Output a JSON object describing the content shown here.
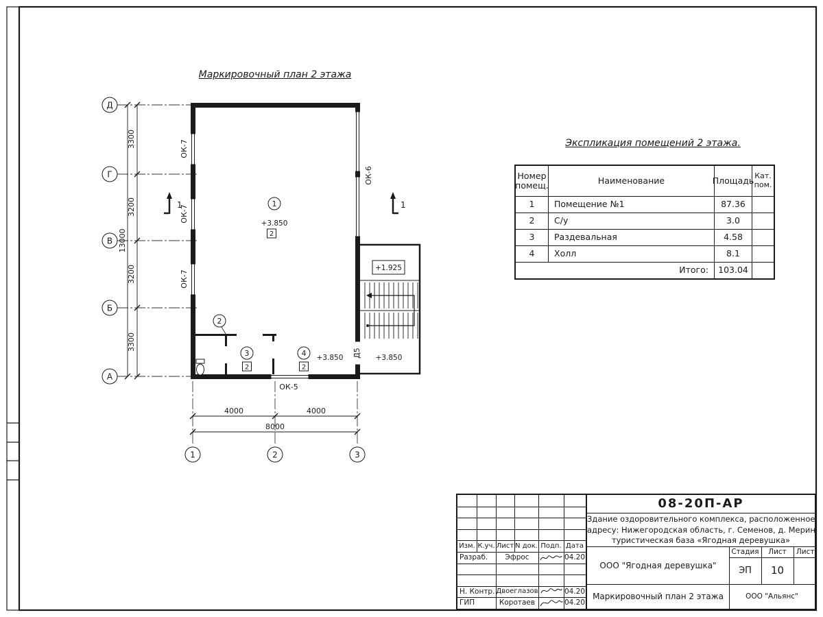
{
  "plan": {
    "title": "Маркировочный план 2 этажа",
    "row_axes": [
      "Д",
      "Г",
      "В",
      "Б",
      "А"
    ],
    "col_axes": [
      "1",
      "2",
      "3"
    ],
    "left_dims": [
      "3300",
      "3200",
      "3200",
      "3300"
    ],
    "left_total": "13000",
    "bottom_dims": [
      "4000",
      "4000"
    ],
    "bottom_total": "8000",
    "labels": {
      "window_left": "ОК-7",
      "window_right": "ОК-6",
      "window_bottom": "ОК-5",
      "door": "Д5",
      "section": "1"
    },
    "markers": {
      "r1": "1",
      "r2": "2",
      "r3": "3",
      "r4": "4"
    },
    "categories": {
      "r1": "2",
      "r3": "2",
      "r4": "2"
    },
    "elevations": {
      "room1": "+3.850",
      "hall": "+3.850",
      "stair": "+3.850",
      "landing": "+1.925"
    }
  },
  "explication": {
    "title": "Экспликация помещений 2 этажа.",
    "headers": {
      "num": "Номер помещ.",
      "name": "Наименование",
      "area": "Площадь",
      "cat": "Кат. пом."
    },
    "rows": [
      {
        "num": "1",
        "name": "Помещение №1",
        "area": "87.36"
      },
      {
        "num": "2",
        "name": "С/у",
        "area": "3.0"
      },
      {
        "num": "3",
        "name": "Раздевальная",
        "area": "4.58"
      },
      {
        "num": "4",
        "name": "Холл",
        "area": "8.1"
      }
    ],
    "total_label": "Итого:",
    "total_value": "103.04"
  },
  "titleblock": {
    "doc_number": "08-20П-АР",
    "project_line1": "Здание оздоровительного комплекса, расположенное п",
    "project_line2": "адресу: Нижегородская область, г. Семенов, д. Меринов",
    "project_line3": "туристическая база «Ягодная деревушка»",
    "col_headers": [
      "Изм.",
      "К.уч.",
      "Лист",
      "N док.",
      "Подп.",
      "Дата"
    ],
    "sign_rows": [
      {
        "role": "Разраб.",
        "name": "Эфрос",
        "date": "04.20"
      },
      {
        "role": "Н. Контр.",
        "name": "Двоеглазов",
        "date": "04.20"
      },
      {
        "role": "ГИП",
        "name": "Коротаев",
        "date": "04.20"
      }
    ],
    "company": "ООО \"Ягодная деревушка\"",
    "stage_label": "Стадия",
    "sheet_label": "Лист",
    "sheets_label": "Листов",
    "stage_value": "ЭП",
    "sheet_value": "10",
    "drawing_name": "Маркировочный план 2 этажа",
    "org": "ООО \"Альянс\""
  }
}
